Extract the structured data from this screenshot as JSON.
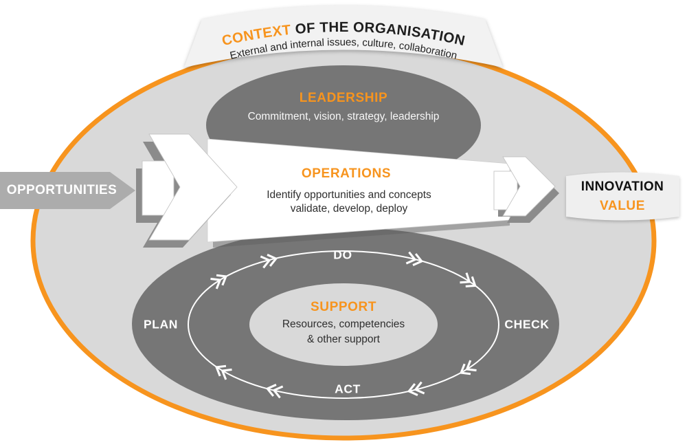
{
  "banner": {
    "title_accent": "CONTEXT",
    "title_rest": " OF THE ORGANISATION",
    "subtitle": "External and internal issues, culture, collaboration"
  },
  "leadership": {
    "title": "LEADERSHIP",
    "subtitle": "Commitment, vision, strategy, leadership"
  },
  "operations": {
    "title": "OPERATIONS",
    "line1": "Identify opportunities and concepts",
    "line2": "validate, develop, deploy"
  },
  "support": {
    "title": "SUPPORT",
    "line1": "Resources, competencies",
    "line2": "& other support"
  },
  "cycle": {
    "plan": "PLAN",
    "do": "DO",
    "check": "CHECK",
    "act": "ACT"
  },
  "input_label": "OPPORTUNITIES",
  "output": {
    "line1": "INNOVATION",
    "line2": "VALUE"
  },
  "icons": {
    "cycle_arrow": "double-chevron-arrow"
  },
  "colors": {
    "orange": "#F7941E",
    "dark-gray": "#767676",
    "light-gray": "#D9D9D9",
    "mid-gray": "#ACACAC",
    "ribbon-bg": "#F2F2F2",
    "badge-bg": "#EFEFEF",
    "text-dark": "#1E1E1E",
    "sub-dark": "#2E2E2E",
    "shadow-gray": "#8B8B8B",
    "white": "#FFFFFF"
  }
}
